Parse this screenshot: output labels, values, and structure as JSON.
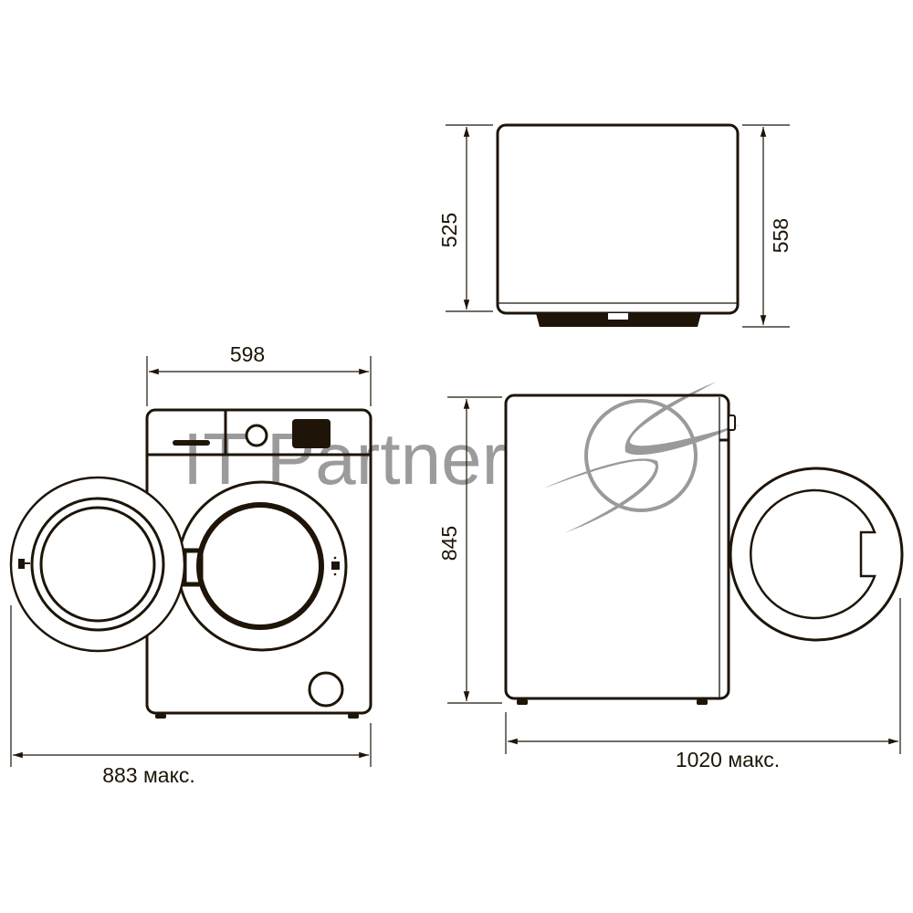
{
  "title": "Washing machine dimensions diagram",
  "colors": {
    "line": "#1e1408",
    "watermark": "#8a8a8a"
  },
  "dimensions": {
    "top_depth": "525",
    "top_depth_max": "558",
    "width": "598",
    "height": "845",
    "front_door_open": "883 макс.",
    "side_door_open": "1020 макс."
  },
  "watermark": {
    "text": "IT Partner"
  }
}
